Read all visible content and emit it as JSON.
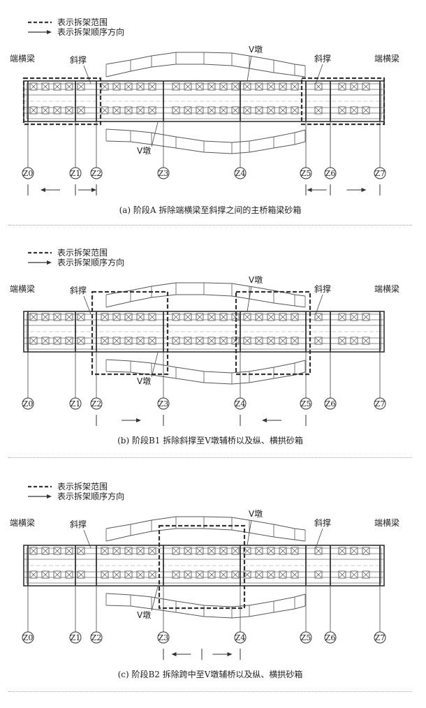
{
  "legend": {
    "dashed_label": "表示拆架范围",
    "arrow_label": "表示拆架顺序方向"
  },
  "labels": {
    "end_beam": "端横梁",
    "diagonal_brace": "斜撑",
    "v_pier": "V墩"
  },
  "axes": [
    "Z0",
    "Z1",
    "Z2",
    "Z3",
    "Z4",
    "Z5",
    "Z6",
    "Z7"
  ],
  "panels": [
    {
      "caption": "(a) 阶段A  拆除端横梁至斜撑之间的主桥箱梁砂箱",
      "removal_ranges": [
        "Z0–Z2",
        "Z5–Z7"
      ],
      "arrows": [
        {
          "between": [
            "Z0",
            "Z1"
          ],
          "direction": "left"
        },
        {
          "between": [
            "Z1",
            "Z2"
          ],
          "direction": "right"
        },
        {
          "between": [
            "Z5",
            "Z6"
          ],
          "direction": "left"
        },
        {
          "between": [
            "Z6",
            "Z7"
          ],
          "direction": "right"
        }
      ]
    },
    {
      "caption": "(b) 阶段B1  拆除斜撑至V墩辅桥以及纵、横拱砂箱",
      "removal_ranges": [
        "Z2–Z3",
        "Z4–Z5"
      ],
      "arrows": [
        {
          "between": [
            "Z2",
            "Z3"
          ],
          "direction": "right"
        },
        {
          "between": [
            "Z4",
            "Z5"
          ],
          "direction": "left"
        }
      ]
    },
    {
      "caption": "(c) 阶段B2  拆除跨中至V墩辅桥以及纵、横拱砂箱",
      "removal_ranges": [
        "Z3–Z4"
      ],
      "arrows": [
        {
          "between": [
            "Z3",
            "mid"
          ],
          "direction": "left"
        },
        {
          "between": [
            "mid",
            "Z4"
          ],
          "direction": "right"
        }
      ]
    }
  ]
}
